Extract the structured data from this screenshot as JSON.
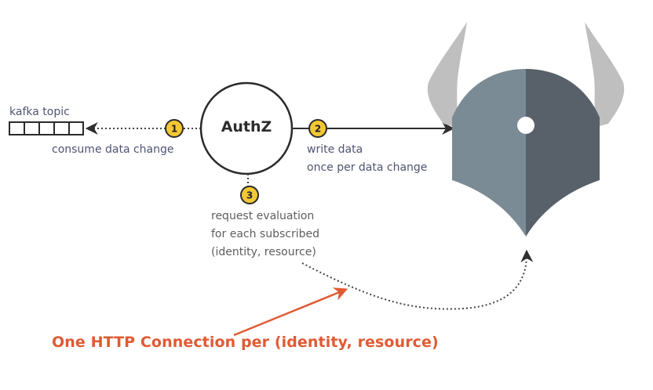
{
  "diagram": {
    "queue": {
      "label": "kafka topic",
      "cell_count": 5
    },
    "service": {
      "label": "AuthZ"
    },
    "steps": [
      {
        "number": "1",
        "caption_lines": [
          "consume data change"
        ]
      },
      {
        "number": "2",
        "caption_lines": [
          "write data",
          "once per data change"
        ]
      },
      {
        "number": "3",
        "caption_lines": [
          "request evaluation",
          "for each subscribed",
          "(identity, resource)"
        ]
      }
    ],
    "policy_engine": {
      "icon": "opa-viking-shield-logo"
    },
    "callout": {
      "text": "One HTTP Connection per (identity, resource)"
    },
    "colors": {
      "badge_fill": "#f2c835",
      "callout": "#e05a33",
      "shield_left": "#7b8b95",
      "shield_right": "#58616a",
      "horns": "#bfbfbf",
      "caption_text": "#4f5472"
    }
  }
}
